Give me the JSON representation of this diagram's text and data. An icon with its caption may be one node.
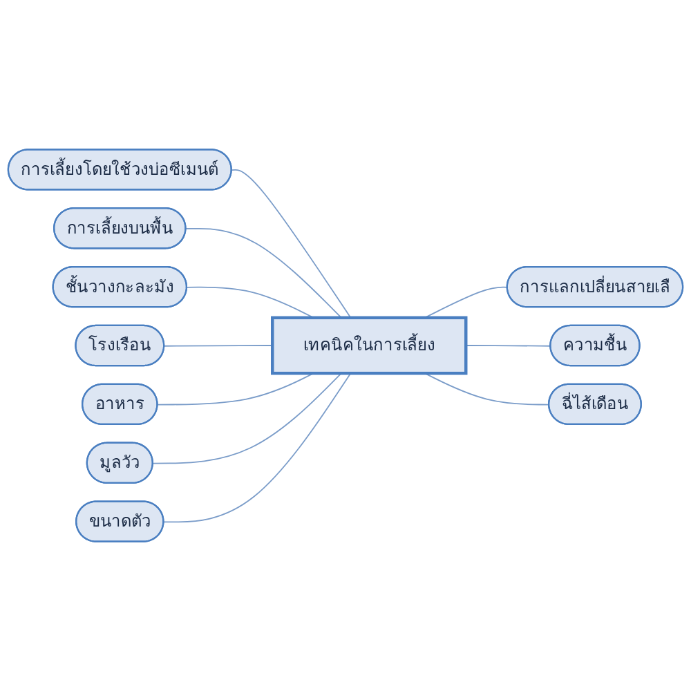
{
  "diagram": {
    "nodes": [
      {
        "text": [
          "เทคนิคในการเลี้ยง"
        ]
      },
      {
        "text": [
          "การเลี้ยงโดยใช้วงบ่อซีเมนต์"
        ]
      },
      {
        "text": [
          "การเลี้ยงบนพื้น"
        ]
      },
      {
        "text": [
          "ชั้นวางกะละมัง"
        ]
      },
      {
        "text": [
          "โรงเรือน"
        ]
      },
      {
        "text": [
          "อาหาร"
        ]
      },
      {
        "text": [
          "มูลวัว"
        ]
      },
      {
        "text": [
          "ขนาดตัว"
        ]
      },
      {
        "text": [
          "การแลกเปลี่ยนสายเลื"
        ]
      },
      {
        "text": [
          "ความชื้น"
        ]
      },
      {
        "text": [
          "ฉี่ไส้เดือน"
        ]
      }
    ],
    "edges": [
      {
        "from": 1,
        "to": 0,
        "arrow": "none"
      },
      {
        "from": 2,
        "to": 0,
        "arrow": "none"
      },
      {
        "from": 3,
        "to": 0,
        "arrow": "none"
      },
      {
        "from": 4,
        "to": 0,
        "arrow": "none"
      },
      {
        "from": 5,
        "to": 0,
        "arrow": "none"
      },
      {
        "from": 6,
        "to": 0,
        "arrow": "none"
      },
      {
        "from": 7,
        "to": 0,
        "arrow": "none"
      },
      {
        "from": 0,
        "to": 8,
        "arrow": "none"
      },
      {
        "from": 0,
        "to": 9,
        "arrow": "none"
      },
      {
        "from": 0,
        "to": 10,
        "arrow": "none"
      }
    ]
  }
}
